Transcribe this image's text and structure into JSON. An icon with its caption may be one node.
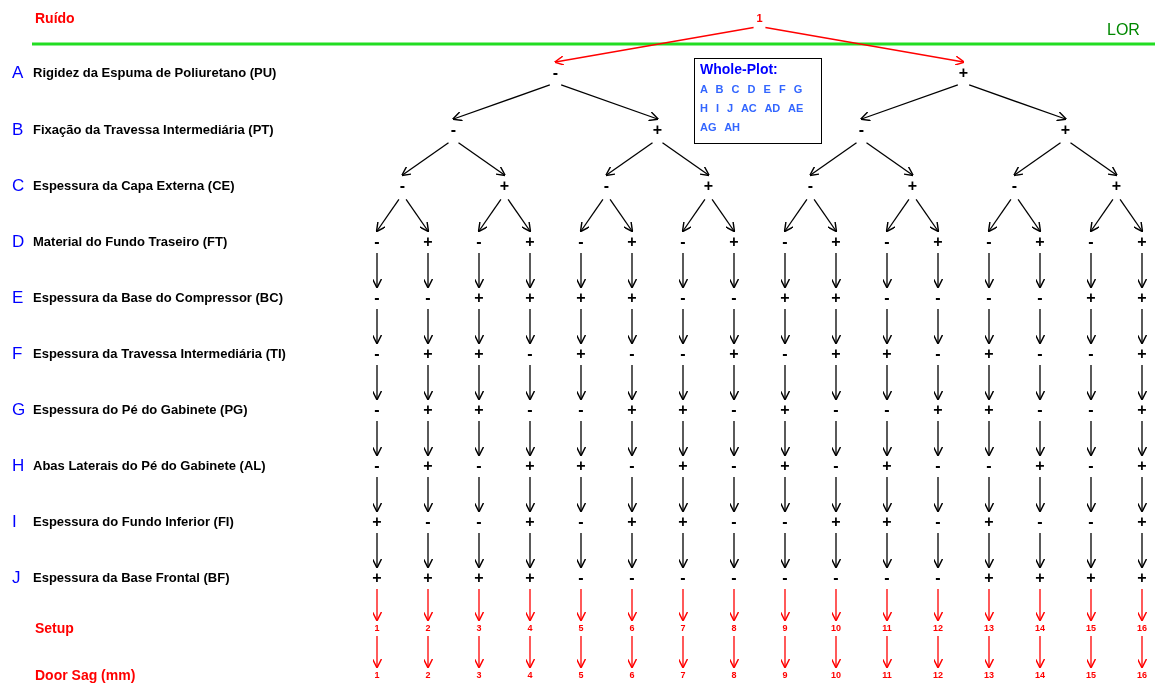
{
  "diagram": {
    "nodes": [
      {
        "text": [
          "1"
        ]
      },
      {
        "text": [
          "-"
        ]
      },
      {
        "text": [
          "+"
        ]
      },
      {
        "text": [
          "-"
        ]
      },
      {
        "text": [
          "+"
        ]
      },
      {
        "text": [
          "-"
        ]
      },
      {
        "text": [
          "+"
        ]
      },
      {
        "text": [
          "-"
        ]
      },
      {
        "text": [
          "+"
        ]
      },
      {
        "text": [
          "-"
        ]
      },
      {
        "text": [
          "+"
        ]
      },
      {
        "text": [
          "-"
        ]
      },
      {
        "text": [
          "+"
        ]
      },
      {
        "text": [
          "-"
        ]
      },
      {
        "text": [
          "+"
        ]
      },
      {
        "text": [
          "-"
        ]
      },
      {
        "text": [
          "+"
        ]
      },
      {
        "text": [
          "-"
        ]
      },
      {
        "text": [
          "+"
        ]
      },
      {
        "text": [
          "-"
        ]
      },
      {
        "text": [
          "+"
        ]
      },
      {
        "text": [
          "-"
        ]
      },
      {
        "text": [
          "+"
        ]
      },
      {
        "text": [
          "-"
        ]
      },
      {
        "text": [
          "+"
        ]
      },
      {
        "text": [
          "-"
        ]
      },
      {
        "text": [
          "+"
        ]
      },
      {
        "text": [
          "-"
        ]
      },
      {
        "text": [
          "+"
        ]
      },
      {
        "text": [
          "-"
        ]
      },
      {
        "text": [
          "+"
        ]
      },
      {
        "text": [
          "-"
        ]
      },
      {
        "text": [
          "-"
        ]
      },
      {
        "text": [
          "+"
        ]
      },
      {
        "text": [
          "+"
        ]
      },
      {
        "text": [
          "+"
        ]
      },
      {
        "text": [
          "+"
        ]
      },
      {
        "text": [
          "-"
        ]
      },
      {
        "text": [
          "-"
        ]
      },
      {
        "text": [
          "+"
        ]
      },
      {
        "text": [
          "+"
        ]
      },
      {
        "text": [
          "-"
        ]
      },
      {
        "text": [
          "-"
        ]
      },
      {
        "text": [
          "-"
        ]
      },
      {
        "text": [
          "-"
        ]
      },
      {
        "text": [
          "+"
        ]
      },
      {
        "text": [
          "+"
        ]
      },
      {
        "text": [
          "-"
        ]
      },
      {
        "text": [
          "+"
        ]
      },
      {
        "text": [
          "+"
        ]
      },
      {
        "text": [
          "-"
        ]
      },
      {
        "text": [
          "+"
        ]
      },
      {
        "text": [
          "-"
        ]
      },
      {
        "text": [
          "-"
        ]
      },
      {
        "text": [
          "+"
        ]
      },
      {
        "text": [
          "-"
        ]
      },
      {
        "text": [
          "+"
        ]
      },
      {
        "text": [
          "+"
        ]
      },
      {
        "text": [
          "-"
        ]
      },
      {
        "text": [
          "+"
        ]
      },
      {
        "text": [
          "-"
        ]
      },
      {
        "text": [
          "-"
        ]
      },
      {
        "text": [
          "+"
        ]
      },
      {
        "text": [
          "-"
        ]
      },
      {
        "text": [
          "+"
        ]
      },
      {
        "text": [
          "+"
        ]
      },
      {
        "text": [
          "-"
        ]
      },
      {
        "text": [
          "-"
        ]
      },
      {
        "text": [
          "+"
        ]
      },
      {
        "text": [
          "+"
        ]
      },
      {
        "text": [
          "-"
        ]
      },
      {
        "text": [
          "+"
        ]
      },
      {
        "text": [
          "-"
        ]
      },
      {
        "text": [
          "-"
        ]
      },
      {
        "text": [
          "+"
        ]
      },
      {
        "text": [
          "+"
        ]
      },
      {
        "text": [
          "-"
        ]
      },
      {
        "text": [
          "-"
        ]
      },
      {
        "text": [
          "+"
        ]
      },
      {
        "text": [
          "-"
        ]
      },
      {
        "text": [
          "+"
        ]
      },
      {
        "text": [
          "-"
        ]
      },
      {
        "text": [
          "+"
        ]
      },
      {
        "text": [
          "+"
        ]
      },
      {
        "text": [
          "-"
        ]
      },
      {
        "text": [
          "+"
        ]
      },
      {
        "text": [
          "-"
        ]
      },
      {
        "text": [
          "+"
        ]
      },
      {
        "text": [
          "-"
        ]
      },
      {
        "text": [
          "+"
        ]
      },
      {
        "text": [
          "-"
        ]
      },
      {
        "text": [
          "-"
        ]
      },
      {
        "text": [
          "+"
        ]
      },
      {
        "text": [
          "-"
        ]
      },
      {
        "text": [
          "+"
        ]
      },
      {
        "text": [
          "+"
        ]
      },
      {
        "text": [
          "-"
        ]
      },
      {
        "text": [
          "-"
        ]
      },
      {
        "text": [
          "+"
        ]
      },
      {
        "text": [
          "-"
        ]
      },
      {
        "text": [
          "+"
        ]
      },
      {
        "text": [
          "+"
        ]
      },
      {
        "text": [
          "-"
        ]
      },
      {
        "text": [
          "-"
        ]
      },
      {
        "text": [
          "+"
        ]
      },
      {
        "text": [
          "+"
        ]
      },
      {
        "text": [
          "-"
        ]
      },
      {
        "text": [
          "+"
        ]
      },
      {
        "text": [
          "-"
        ]
      },
      {
        "text": [
          "-"
        ]
      },
      {
        "text": [
          "+"
        ]
      },
      {
        "text": [
          "+"
        ]
      },
      {
        "text": [
          "+"
        ]
      },
      {
        "text": [
          "+"
        ]
      },
      {
        "text": [
          "+"
        ]
      },
      {
        "text": [
          "-"
        ]
      },
      {
        "text": [
          "-"
        ]
      },
      {
        "text": [
          "-"
        ]
      },
      {
        "text": [
          "-"
        ]
      },
      {
        "text": [
          "-"
        ]
      },
      {
        "text": [
          "-"
        ]
      },
      {
        "text": [
          "-"
        ]
      },
      {
        "text": [
          "-"
        ]
      },
      {
        "text": [
          "+"
        ]
      },
      {
        "text": [
          "+"
        ]
      },
      {
        "text": [
          "+"
        ]
      },
      {
        "text": [
          "+"
        ]
      },
      {
        "text": [
          "1"
        ]
      },
      {
        "text": [
          "2"
        ]
      },
      {
        "text": [
          "3"
        ]
      },
      {
        "text": [
          "4"
        ]
      },
      {
        "text": [
          "5"
        ]
      },
      {
        "text": [
          "6"
        ]
      },
      {
        "text": [
          "7"
        ]
      },
      {
        "text": [
          "8"
        ]
      },
      {
        "text": [
          "9"
        ]
      },
      {
        "text": [
          "10"
        ]
      },
      {
        "text": [
          "11"
        ]
      },
      {
        "text": [
          "12"
        ]
      },
      {
        "text": [
          "13"
        ]
      },
      {
        "text": [
          "14"
        ]
      },
      {
        "text": [
          "15"
        ]
      },
      {
        "text": [
          "16"
        ]
      },
      {
        "text": [
          "1"
        ]
      },
      {
        "text": [
          "2"
        ]
      },
      {
        "text": [
          "3"
        ]
      },
      {
        "text": [
          "4"
        ]
      },
      {
        "text": [
          "5"
        ]
      },
      {
        "text": [
          "6"
        ]
      },
      {
        "text": [
          "7"
        ]
      },
      {
        "text": [
          "8"
        ]
      },
      {
        "text": [
          "9"
        ]
      },
      {
        "text": [
          "10"
        ]
      },
      {
        "text": [
          "11"
        ]
      },
      {
        "text": [
          "12"
        ]
      },
      {
        "text": [
          "13"
        ]
      },
      {
        "text": [
          "14"
        ]
      },
      {
        "text": [
          "15"
        ]
      },
      {
        "text": [
          "16"
        ]
      },
      {
        "text": [
          "Whole-Plot:",
          "A B C D E F G H I J AC AD AE AG AH"
        ]
      }
    ],
    "edges": [
      {
        "from": 0,
        "to": 1,
        "arrow": "to",
        "color": "#ff0000"
      },
      {
        "from": 0,
        "to": 2,
        "arrow": "to",
        "color": "#ff0000"
      },
      {
        "from": 1,
        "to": 3,
        "arrow": "to"
      },
      {
        "from": 1,
        "to": 4,
        "arrow": "to"
      },
      {
        "from": 2,
        "to": 5,
        "arrow": "to"
      },
      {
        "from": 2,
        "to": 6,
        "arrow": "to"
      },
      {
        "from": 3,
        "to": 7,
        "arrow": "to"
      },
      {
        "from": 3,
        "to": 8,
        "arrow": "to"
      },
      {
        "from": 4,
        "to": 9,
        "arrow": "to"
      },
      {
        "from": 4,
        "to": 10,
        "arrow": "to"
      },
      {
        "from": 5,
        "to": 11,
        "arrow": "to"
      },
      {
        "from": 5,
        "to": 12,
        "arrow": "to"
      },
      {
        "from": 6,
        "to": 13,
        "arrow": "to"
      },
      {
        "from": 6,
        "to": 14,
        "arrow": "to"
      },
      {
        "from": 7,
        "to": 15,
        "arrow": "to"
      },
      {
        "from": 7,
        "to": 16,
        "arrow": "to"
      },
      {
        "from": 8,
        "to": 17,
        "arrow": "to"
      },
      {
        "from": 8,
        "to": 18,
        "arrow": "to"
      },
      {
        "from": 9,
        "to": 19,
        "arrow": "to"
      },
      {
        "from": 9,
        "to": 20,
        "arrow": "to"
      },
      {
        "from": 10,
        "to": 21,
        "arrow": "to"
      },
      {
        "from": 10,
        "to": 22,
        "arrow": "to"
      },
      {
        "from": 11,
        "to": 23,
        "arrow": "to"
      },
      {
        "from": 11,
        "to": 24,
        "arrow": "to"
      },
      {
        "from": 12,
        "to": 25,
        "arrow": "to"
      },
      {
        "from": 12,
        "to": 26,
        "arrow": "to"
      },
      {
        "from": 13,
        "to": 27,
        "arrow": "to"
      },
      {
        "from": 13,
        "to": 28,
        "arrow": "to"
      },
      {
        "from": 14,
        "to": 29,
        "arrow": "to"
      },
      {
        "from": 14,
        "to": 30,
        "arrow": "to"
      },
      {
        "from": 15,
        "to": 31,
        "arrow": "to"
      },
      {
        "from": 16,
        "to": 32,
        "arrow": "to"
      },
      {
        "from": 17,
        "to": 33,
        "arrow": "to"
      },
      {
        "from": 18,
        "to": 34,
        "arrow": "to"
      },
      {
        "from": 19,
        "to": 35,
        "arrow": "to"
      },
      {
        "from": 20,
        "to": 36,
        "arrow": "to"
      },
      {
        "from": 21,
        "to": 37,
        "arrow": "to"
      },
      {
        "from": 22,
        "to": 38,
        "arrow": "to"
      },
      {
        "from": 23,
        "to": 39,
        "arrow": "to"
      },
      {
        "from": 24,
        "to": 40,
        "arrow": "to"
      },
      {
        "from": 25,
        "to": 41,
        "arrow": "to"
      },
      {
        "from": 26,
        "to": 42,
        "arrow": "to"
      },
      {
        "from": 27,
        "to": 43,
        "arrow": "to"
      },
      {
        "from": 28,
        "to": 44,
        "arrow": "to"
      },
      {
        "from": 29,
        "to": 45,
        "arrow": "to"
      },
      {
        "from": 30,
        "to": 46,
        "arrow": "to"
      },
      {
        "from": 31,
        "to": 47,
        "arrow": "to"
      },
      {
        "from": 32,
        "to": 48,
        "arrow": "to"
      },
      {
        "from": 33,
        "to": 49,
        "arrow": "to"
      },
      {
        "from": 34,
        "to": 50,
        "arrow": "to"
      },
      {
        "from": 35,
        "to": 51,
        "arrow": "to"
      },
      {
        "from": 36,
        "to": 52,
        "arrow": "to"
      },
      {
        "from": 37,
        "to": 53,
        "arrow": "to"
      },
      {
        "from": 38,
        "to": 54,
        "arrow": "to"
      },
      {
        "from": 39,
        "to": 55,
        "arrow": "to"
      },
      {
        "from": 40,
        "to": 56,
        "arrow": "to"
      },
      {
        "from": 41,
        "to": 57,
        "arrow": "to"
      },
      {
        "from": 42,
        "to": 58,
        "arrow": "to"
      },
      {
        "from": 43,
        "to": 59,
        "arrow": "to"
      },
      {
        "from": 44,
        "to": 60,
        "arrow": "to"
      },
      {
        "from": 45,
        "to": 61,
        "arrow": "to"
      },
      {
        "from": 46,
        "to": 62,
        "arrow": "to"
      },
      {
        "from": 47,
        "to": 63,
        "arrow": "to"
      },
      {
        "from": 48,
        "to": 64,
        "arrow": "to"
      },
      {
        "from": 49,
        "to": 65,
        "arrow": "to"
      },
      {
        "from": 50,
        "to": 66,
        "arrow": "to"
      },
      {
        "from": 51,
        "to": 67,
        "arrow": "to"
      },
      {
        "from": 52,
        "to": 68,
        "arrow": "to"
      },
      {
        "from": 53,
        "to": 69,
        "arrow": "to"
      },
      {
        "from": 54,
        "to": 70,
        "arrow": "to"
      },
      {
        "from": 55,
        "to": 71,
        "arrow": "to"
      },
      {
        "from": 56,
        "to": 72,
        "arrow": "to"
      },
      {
        "from": 57,
        "to": 73,
        "arrow": "to"
      },
      {
        "from": 58,
        "to": 74,
        "arrow": "to"
      },
      {
        "from": 59,
        "to": 75,
        "arrow": "to"
      },
      {
        "from": 60,
        "to": 76,
        "arrow": "to"
      },
      {
        "from": 61,
        "to": 77,
        "arrow": "to"
      },
      {
        "from": 62,
        "to": 78,
        "arrow": "to"
      },
      {
        "from": 63,
        "to": 79,
        "arrow": "to"
      },
      {
        "from": 64,
        "to": 80,
        "arrow": "to"
      },
      {
        "from": 65,
        "to": 81,
        "arrow": "to"
      },
      {
        "from": 66,
        "to": 82,
        "arrow": "to"
      },
      {
        "from": 67,
        "to": 83,
        "arrow": "to"
      },
      {
        "from": 68,
        "to": 84,
        "arrow": "to"
      },
      {
        "from": 69,
        "to": 85,
        "arrow": "to"
      },
      {
        "from": 70,
        "to": 86,
        "arrow": "to"
      },
      {
        "from": 71,
        "to": 87,
        "arrow": "to"
      },
      {
        "from": 72,
        "to": 88,
        "arrow": "to"
      },
      {
        "from": 73,
        "to": 89,
        "arrow": "to"
      },
      {
        "from": 74,
        "to": 90,
        "arrow": "to"
      },
      {
        "from": 75,
        "to": 91,
        "arrow": "to"
      },
      {
        "from": 76,
        "to": 92,
        "arrow": "to"
      },
      {
        "from": 77,
        "to": 93,
        "arrow": "to"
      },
      {
        "from": 78,
        "to": 94,
        "arrow": "to"
      },
      {
        "from": 79,
        "to": 95,
        "arrow": "to"
      },
      {
        "from": 80,
        "to": 96,
        "arrow": "to"
      },
      {
        "from": 81,
        "to": 97,
        "arrow": "to"
      },
      {
        "from": 82,
        "to": 98,
        "arrow": "to"
      },
      {
        "from": 83,
        "to": 99,
        "arrow": "to"
      },
      {
        "from": 84,
        "to": 100,
        "arrow": "to"
      },
      {
        "from": 85,
        "to": 101,
        "arrow": "to"
      },
      {
        "from": 86,
        "to": 102,
        "arrow": "to"
      },
      {
        "from": 87,
        "to": 103,
        "arrow": "to"
      },
      {
        "from": 88,
        "to": 104,
        "arrow": "to"
      },
      {
        "from": 89,
        "to": 105,
        "arrow": "to"
      },
      {
        "from": 90,
        "to": 106,
        "arrow": "to"
      },
      {
        "from": 91,
        "to": 107,
        "arrow": "to"
      },
      {
        "from": 92,
        "to": 108,
        "arrow": "to"
      },
      {
        "from": 93,
        "to": 109,
        "arrow": "to"
      },
      {
        "from": 94,
        "to": 110,
        "arrow": "to"
      },
      {
        "from": 95,
        "to": 111,
        "arrow": "to"
      },
      {
        "from": 96,
        "to": 112,
        "arrow": "to"
      },
      {
        "from": 97,
        "to": 113,
        "arrow": "to"
      },
      {
        "from": 98,
        "to": 114,
        "arrow": "to"
      },
      {
        "from": 99,
        "to": 115,
        "arrow": "to"
      },
      {
        "from": 100,
        "to": 116,
        "arrow": "to"
      },
      {
        "from": 101,
        "to": 117,
        "arrow": "to"
      },
      {
        "from": 102,
        "to": 118,
        "arrow": "to"
      },
      {
        "from": 103,
        "to": 119,
        "arrow": "to"
      },
      {
        "from": 104,
        "to": 120,
        "arrow": "to"
      },
      {
        "from": 105,
        "to": 121,
        "arrow": "to"
      },
      {
        "from": 106,
        "to": 122,
        "arrow": "to"
      },
      {
        "from": 107,
        "to": 123,
        "arrow": "to"
      },
      {
        "from": 108,
        "to": 124,
        "arrow": "to"
      },
      {
        "from": 109,
        "to": 125,
        "arrow": "to"
      },
      {
        "from": 110,
        "to": 126,
        "arrow": "to"
      },
      {
        "from": 111,
        "to": 127,
        "arrow": "to",
        "color": "#ff0000"
      },
      {
        "from": 112,
        "to": 128,
        "arrow": "to",
        "color": "#ff0000"
      },
      {
        "from": 113,
        "to": 129,
        "arrow": "to",
        "color": "#ff0000"
      },
      {
        "from": 114,
        "to": 130,
        "arrow": "to",
        "color": "#ff0000"
      },
      {
        "from": 115,
        "to": 131,
        "arrow": "to",
        "color": "#ff0000"
      },
      {
        "from": 116,
        "to": 132,
        "arrow": "to",
        "color": "#ff0000"
      },
      {
        "from": 117,
        "to": 133,
        "arrow": "to",
        "color": "#ff0000"
      },
      {
        "from": 118,
        "to": 134,
        "arrow": "to",
        "color": "#ff0000"
      },
      {
        "from": 119,
        "to": 135,
        "arrow": "to",
        "color": "#ff0000"
      },
      {
        "from": 120,
        "to": 136,
        "arrow": "to",
        "color": "#ff0000"
      },
      {
        "from": 121,
        "to": 137,
        "arrow": "to",
        "color": "#ff0000"
      },
      {
        "from": 122,
        "to": 138,
        "arrow": "to",
        "color": "#ff0000"
      },
      {
        "from": 123,
        "to": 139,
        "arrow": "to",
        "color": "#ff0000"
      },
      {
        "from": 124,
        "to": 140,
        "arrow": "to",
        "color": "#ff0000"
      },
      {
        "from": 125,
        "to": 141,
        "arrow": "to",
        "color": "#ff0000"
      },
      {
        "from": 126,
        "to": 142,
        "arrow": "to",
        "color": "#ff0000"
      },
      {
        "from": 127,
        "to": 143,
        "arrow": "to",
        "color": "#ff0000"
      },
      {
        "from": 128,
        "to": 144,
        "arrow": "to",
        "color": "#ff0000"
      },
      {
        "from": 129,
        "to": 145,
        "arrow": "to",
        "color": "#ff0000"
      },
      {
        "from": 130,
        "to": 146,
        "arrow": "to",
        "color": "#ff0000"
      },
      {
        "from": 131,
        "to": 147,
        "arrow": "to",
        "color": "#ff0000"
      },
      {
        "from": 132,
        "to": 148,
        "arrow": "to",
        "color": "#ff0000"
      },
      {
        "from": 133,
        "to": 149,
        "arrow": "to",
        "color": "#ff0000"
      },
      {
        "from": 134,
        "to": 150,
        "arrow": "to",
        "color": "#ff0000"
      },
      {
        "from": 135,
        "to": 151,
        "arrow": "to",
        "color": "#ff0000"
      },
      {
        "from": 136,
        "to": 152,
        "arrow": "to",
        "color": "#ff0000"
      },
      {
        "from": 137,
        "to": 153,
        "arrow": "to",
        "color": "#ff0000"
      },
      {
        "from": 138,
        "to": 154,
        "arrow": "to",
        "color": "#ff0000"
      },
      {
        "from": 139,
        "to": 155,
        "arrow": "to",
        "color": "#ff0000"
      },
      {
        "from": 140,
        "to": 156,
        "arrow": "to",
        "color": "#ff0000"
      },
      {
        "from": 141,
        "to": 157,
        "arrow": "to",
        "color": "#ff0000"
      },
      {
        "from": 142,
        "to": 158,
        "arrow": "to",
        "color": "#ff0000"
      }
    ],
    "labels": [
      "Ruído",
      "LOR",
      "A",
      "Rigidez da Espuma de Poliuretano (PU)",
      "B",
      "Fixação da Travessa Intermediária (PT)",
      "C",
      "Espessura da Capa Externa (CE)",
      "D",
      "Material do Fundo Traseiro (FT)",
      "E",
      "Espessura da Base do Compressor (BC)",
      "F",
      "Espessura da Travessa Intermediária (TI)",
      "G",
      "Espessura do Pé do Gabinete (PG)",
      "H",
      "Abas Laterais do Pé do Gabinete (AL)",
      "I",
      "Espessura do Fundo Inferior (FI)",
      "J",
      "Espessura da Base Frontal (BF)",
      "Setup",
      "Door Sag (mm)"
    ]
  }
}
